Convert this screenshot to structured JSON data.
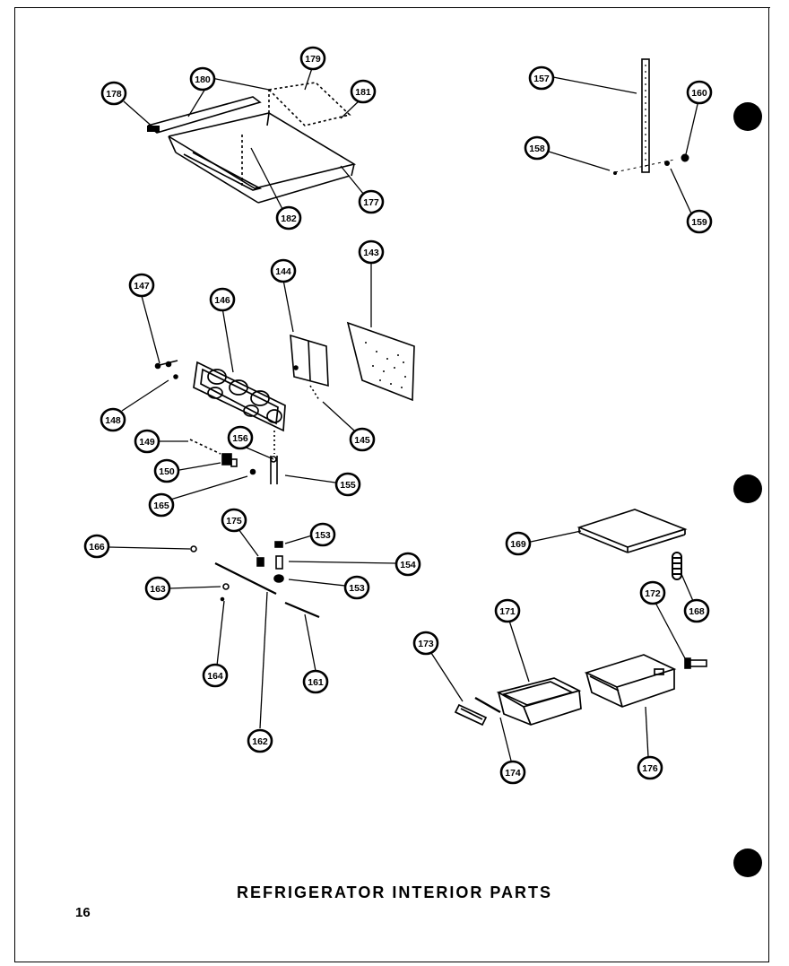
{
  "title": "REFRIGERATOR INTERIOR PARTS",
  "page_number": "16",
  "callouts": [
    {
      "id": "c178a",
      "label": "178"
    },
    {
      "id": "c180",
      "label": "180"
    },
    {
      "id": "c179",
      "label": "179"
    },
    {
      "id": "c181",
      "label": "181"
    },
    {
      "id": "c182",
      "label": "182"
    },
    {
      "id": "c177",
      "label": "177"
    },
    {
      "id": "c157",
      "label": "157"
    },
    {
      "id": "c160a",
      "label": "160"
    },
    {
      "id": "c158",
      "label": "158"
    },
    {
      "id": "c159",
      "label": "159"
    },
    {
      "id": "c143",
      "label": "143"
    },
    {
      "id": "c144",
      "label": "144"
    },
    {
      "id": "c146",
      "label": "146"
    },
    {
      "id": "c147",
      "label": "147"
    },
    {
      "id": "c148",
      "label": "148"
    },
    {
      "id": "c145",
      "label": "145"
    },
    {
      "id": "c149",
      "label": "149"
    },
    {
      "id": "c156",
      "label": "156"
    },
    {
      "id": "c150",
      "label": "150"
    },
    {
      "id": "c155",
      "label": "155"
    },
    {
      "id": "c165",
      "label": "165"
    },
    {
      "id": "c175",
      "label": "175"
    },
    {
      "id": "c153a",
      "label": "153"
    },
    {
      "id": "c166",
      "label": "166"
    },
    {
      "id": "c154",
      "label": "154"
    },
    {
      "id": "c163",
      "label": "163"
    },
    {
      "id": "c153b",
      "label": "153"
    },
    {
      "id": "c164",
      "label": "164"
    },
    {
      "id": "c161",
      "label": "161"
    },
    {
      "id": "c162",
      "label": "162"
    },
    {
      "id": "c169",
      "label": "169"
    },
    {
      "id": "c168",
      "label": "168"
    },
    {
      "id": "c172",
      "label": "172"
    },
    {
      "id": "c171",
      "label": "171"
    },
    {
      "id": "c173",
      "label": "173"
    },
    {
      "id": "c174",
      "label": "174"
    },
    {
      "id": "c176",
      "label": "176"
    }
  ]
}
